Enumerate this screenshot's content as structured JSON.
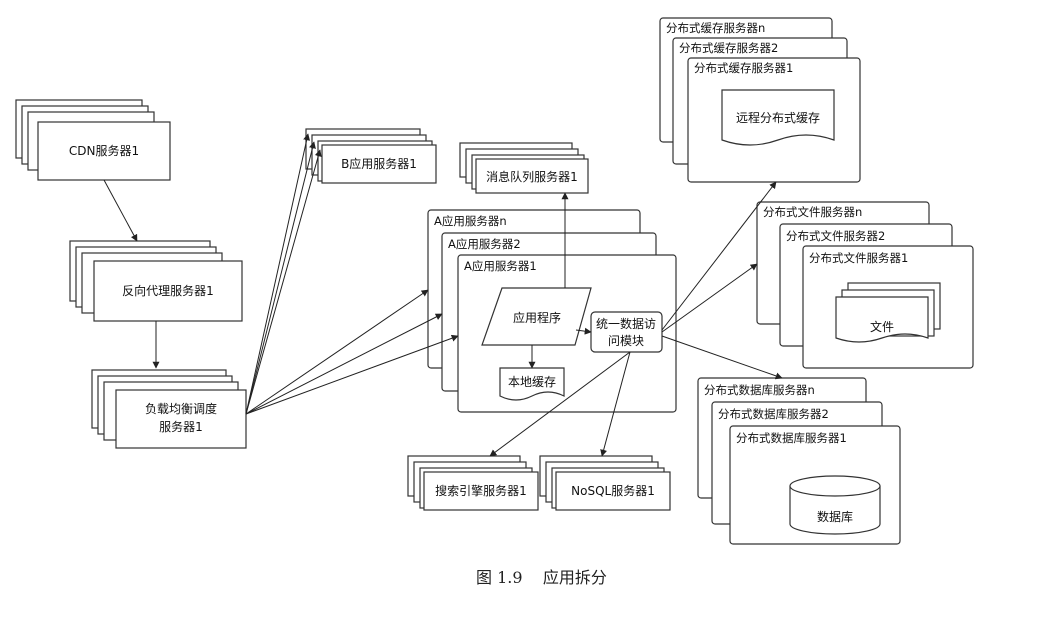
{
  "caption": "图 1.9    应用拆分",
  "nodes": {
    "cdn": "CDN服务器1",
    "proxy": "反向代理服务器1",
    "lb_line1": "负载均衡调度",
    "lb_line2": "服务器1",
    "b_app": "B应用服务器1",
    "mq": "消息队列服务器1",
    "a_app_n": "A应用服务器n",
    "a_app_2": "A应用服务器2",
    "a_app_1": "A应用服务器1",
    "app_program": "应用程序",
    "unified_line1": "统一数据访",
    "unified_line2": "问模块",
    "local_cache": "本地缓存",
    "search": "搜索引擎服务器1",
    "nosql": "NoSQL服务器1",
    "cache_n": "分布式缓存服务器n",
    "cache_2": "分布式缓存服务器2",
    "cache_1": "分布式缓存服务器1",
    "remote_cache": "远程分布式缓存",
    "file_n": "分布式文件服务器n",
    "file_2": "分布式文件服务器2",
    "file_1": "分布式文件服务器1",
    "file": "文件",
    "db_n": "分布式数据库服务器n",
    "db_2": "分布式数据库服务器2",
    "db_1": "分布式数据库服务器1",
    "database": "数据库"
  }
}
